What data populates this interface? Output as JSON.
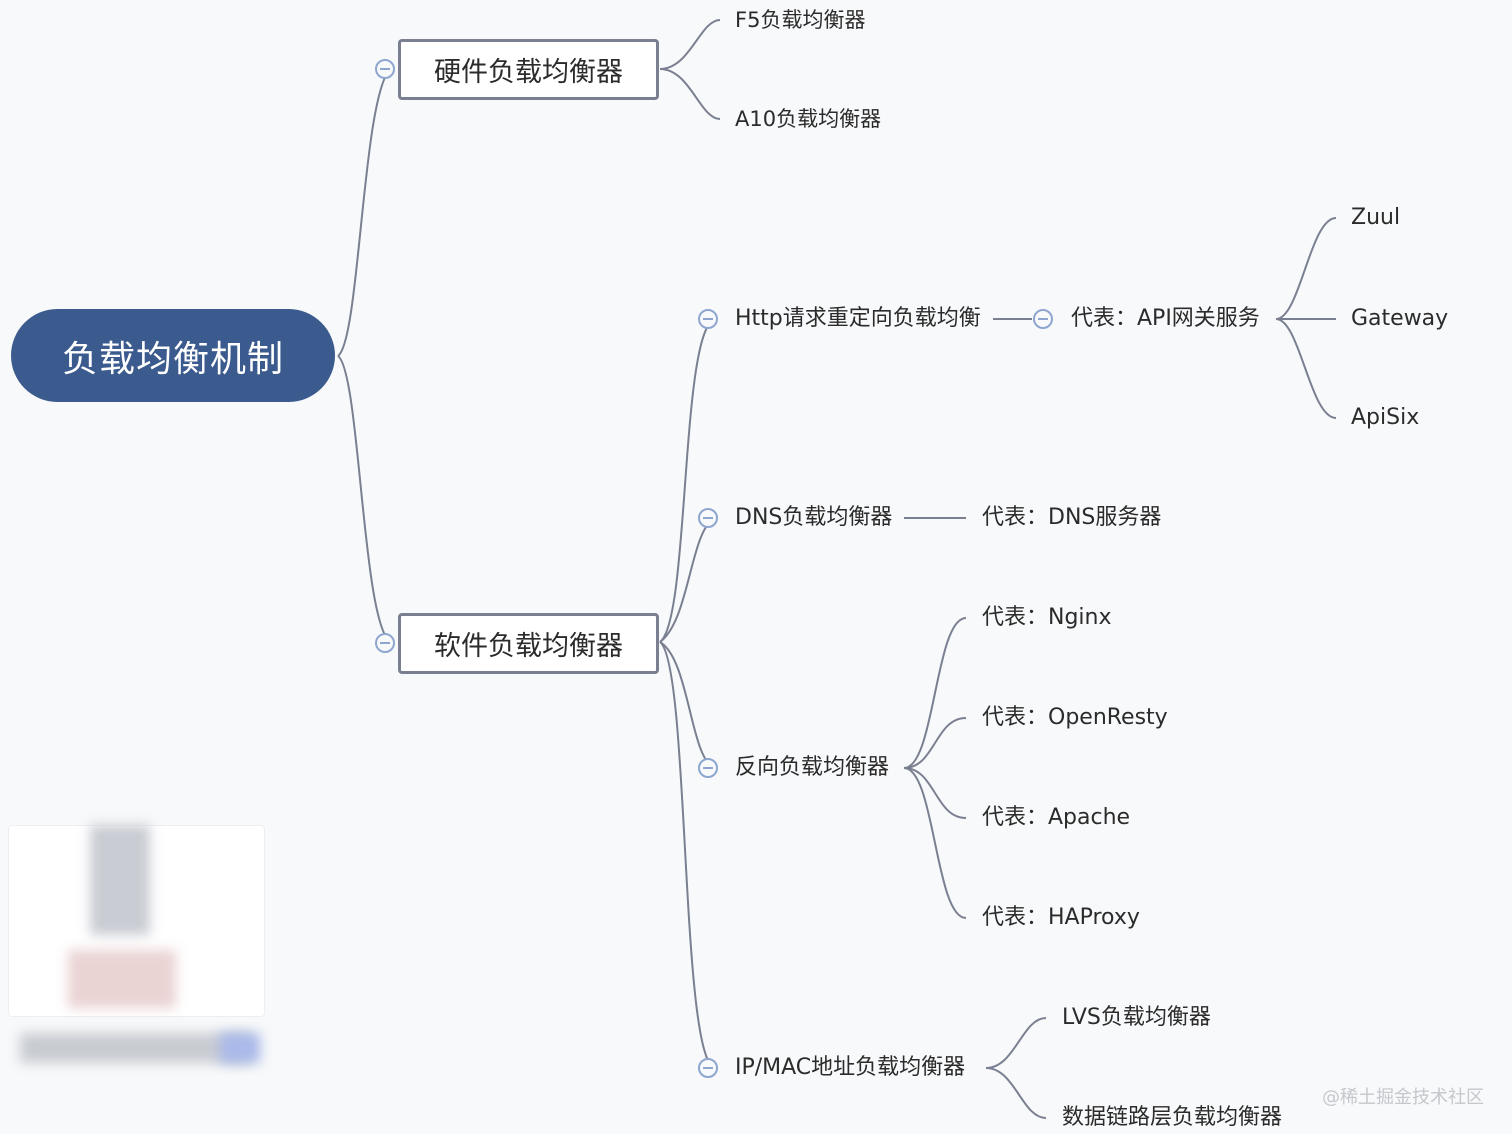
{
  "root": {
    "label": "负载均衡机制"
  },
  "branches": {
    "hardware": {
      "label": "硬件负载均衡器",
      "children": [
        "F5负载均衡器",
        "A10负载均衡器"
      ]
    },
    "software": {
      "label": "软件负载均衡器",
      "http": {
        "label": "Http请求重定向负载均衡",
        "rep": "代表：API网关服务",
        "children": [
          "Zuul",
          "Gateway",
          "ApiSix"
        ]
      },
      "dns": {
        "label": "DNS负载均衡器",
        "rep": "代表：DNS服务器"
      },
      "reverse": {
        "label": "反向负载均衡器",
        "children": [
          "代表：Nginx",
          "代表：OpenResty",
          "代表：Apache",
          "代表：HAProxy"
        ]
      },
      "ipmac": {
        "label": "IP/MAC地址负载均衡器",
        "children": [
          "LVS负载均衡器",
          "数据链路层负载均衡器"
        ]
      }
    }
  },
  "watermark": "@稀土掘金技术社区",
  "colors": {
    "root_fill": "#3b5a8e",
    "connector": "#7a8091",
    "toggle": "#8ea6cf",
    "background": "#f8f9fa"
  }
}
